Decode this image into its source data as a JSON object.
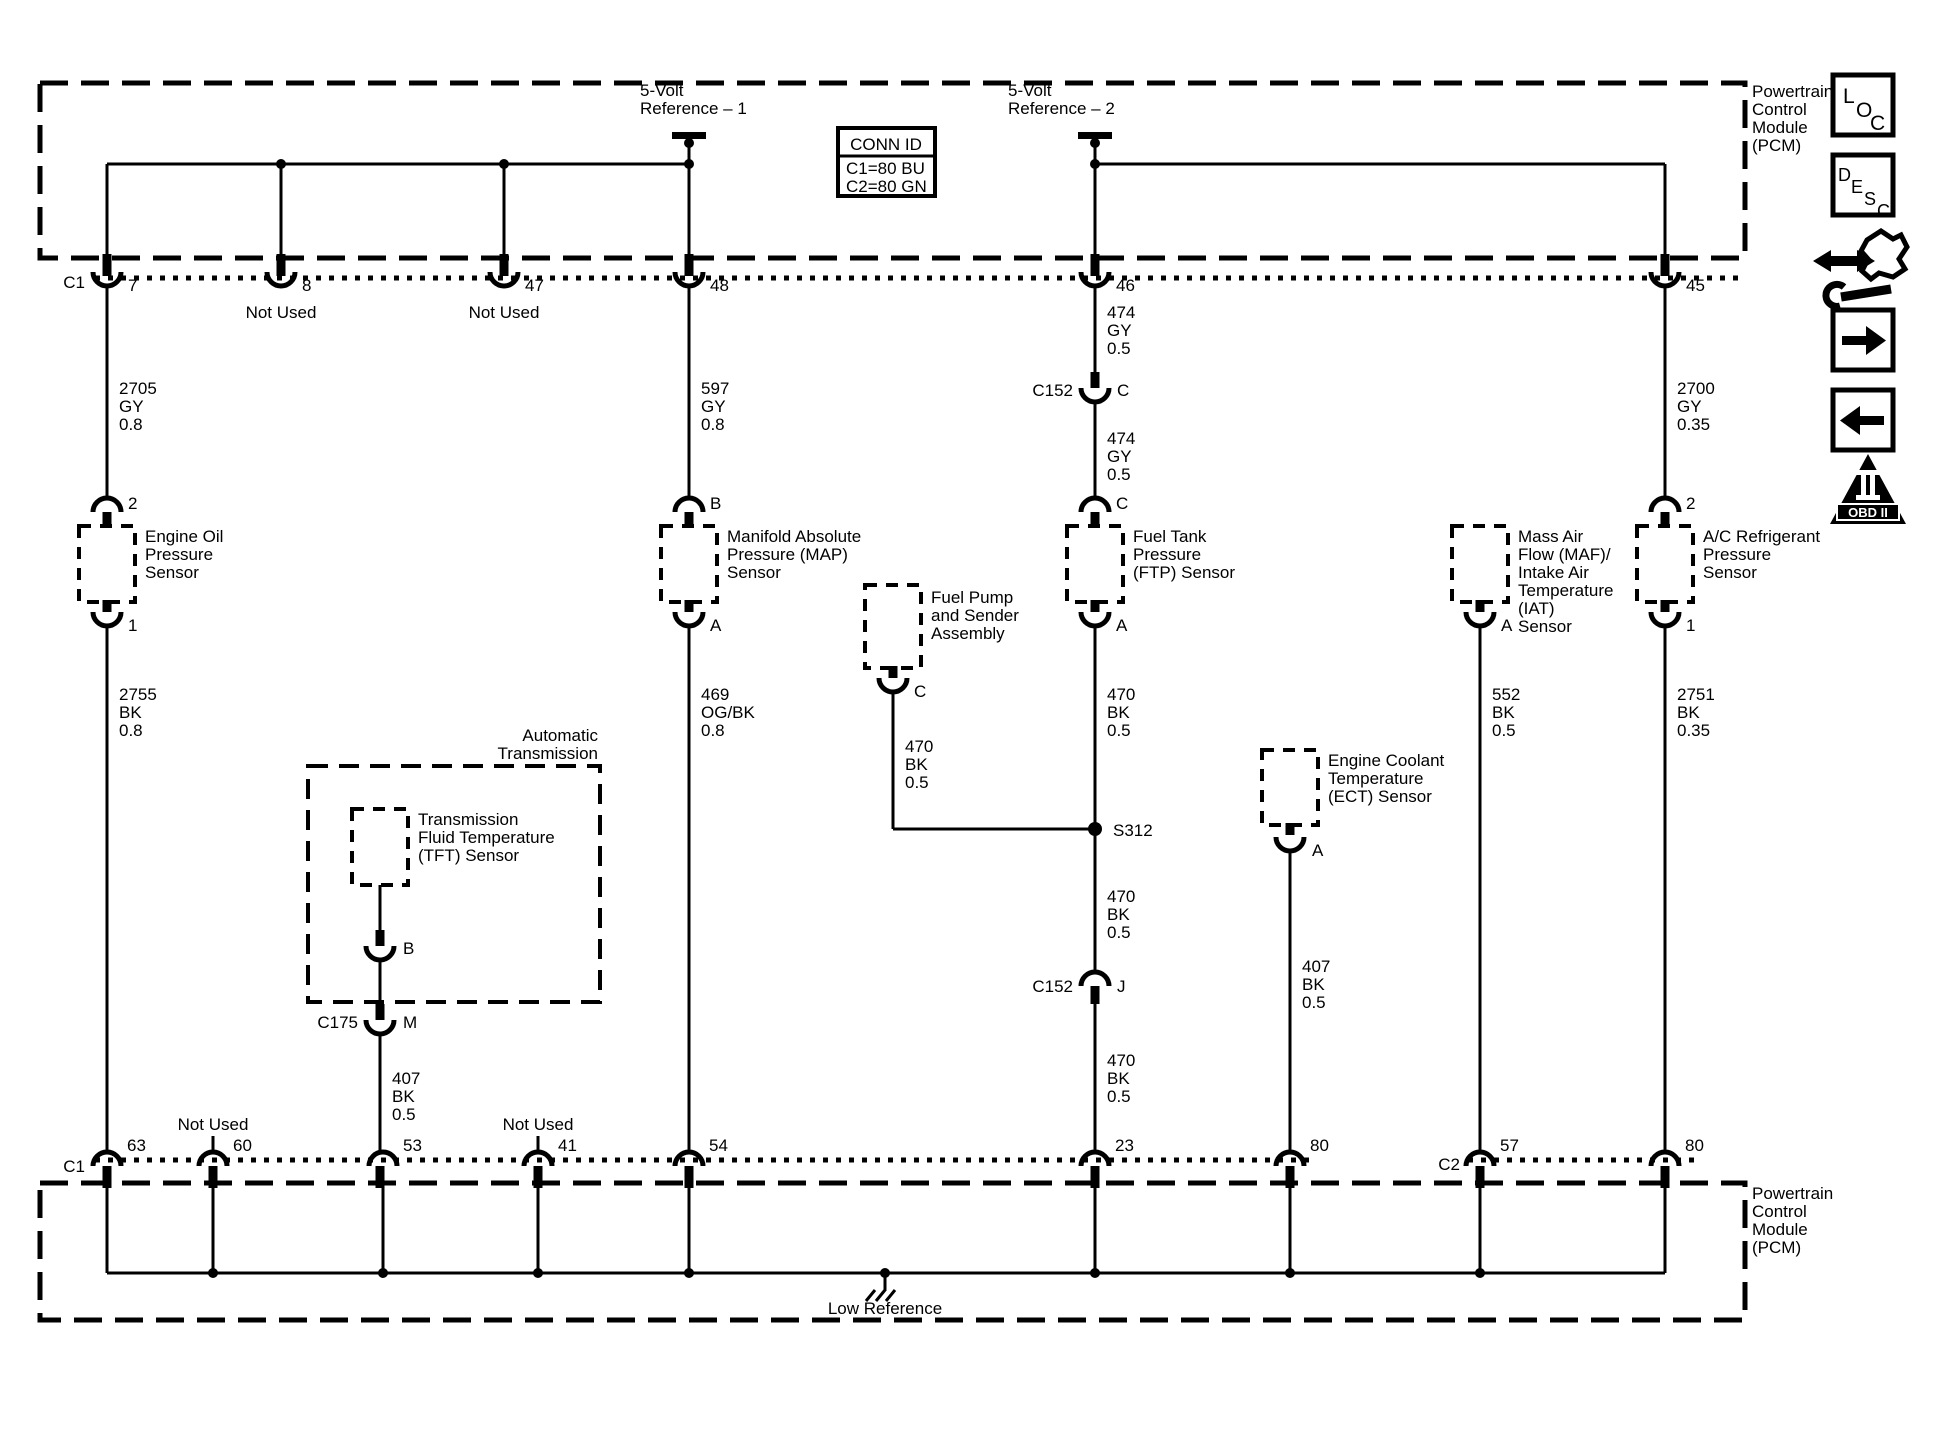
{
  "pcm_top": [
    "Powertrain",
    "Control",
    "Module",
    "(PCM)"
  ],
  "pcm_bottom": [
    "Powertrain",
    "Control",
    "Module",
    "(PCM)"
  ],
  "ref1": [
    "5-Volt",
    "Reference – 1"
  ],
  "ref2": [
    "5-Volt",
    "Reference – 2"
  ],
  "conn_id": {
    "title": "CONN ID",
    "row1": "C1=80 BU",
    "row2": "C2=80 GN"
  },
  "top_row": {
    "connector": "C1",
    "p7": "7",
    "p8": "8",
    "p47": "47",
    "p48": "48",
    "p46": "46",
    "p45": "45",
    "not_used": "Not Used"
  },
  "bottom_row": {
    "connector1": "C1",
    "connector2": "C2",
    "p63": "63",
    "p60": "60",
    "p53": "53",
    "p41": "41",
    "p54": "54",
    "p23": "23",
    "p80a": "80",
    "p57": "57",
    "p80b": "80",
    "not_used": "Not Used"
  },
  "wires": {
    "w2705": [
      "2705",
      "GY",
      "0.8"
    ],
    "w597": [
      "597",
      "GY",
      "0.8"
    ],
    "w474a": [
      "474",
      "GY",
      "0.5"
    ],
    "w474b": [
      "474",
      "GY",
      "0.5"
    ],
    "w2700": [
      "2700",
      "GY",
      "0.35"
    ],
    "w2755": [
      "2755",
      "BK",
      "0.8"
    ],
    "w469": [
      "469",
      "OG/BK",
      "0.8"
    ],
    "w470a": [
      "470",
      "BK",
      "0.5"
    ],
    "w470b": [
      "470",
      "BK",
      "0.5"
    ],
    "w470c": [
      "470",
      "BK",
      "0.5"
    ],
    "w470d": [
      "470",
      "BK",
      "0.5"
    ],
    "w552": [
      "552",
      "BK",
      "0.5"
    ],
    "w2751": [
      "2751",
      "BK",
      "0.35"
    ],
    "w407a": [
      "407",
      "BK",
      "0.5"
    ],
    "w407b": [
      "407",
      "BK",
      "0.5"
    ]
  },
  "sensors": {
    "engine_oil": {
      "label": [
        "Engine Oil",
        "Pressure",
        "Sensor"
      ],
      "pin_top": "2",
      "pin_bottom": "1"
    },
    "map": {
      "label": [
        "Manifold Absolute",
        "Pressure (MAP)",
        "Sensor"
      ],
      "pin_top": "B",
      "pin_bottom": "A"
    },
    "ftp": {
      "label": [
        "Fuel Tank",
        "Pressure",
        "(FTP) Sensor"
      ],
      "pin_top": "C",
      "pin_bottom": "A"
    },
    "maf": {
      "label": [
        "Mass Air",
        "Flow (MAF)/",
        "Intake Air",
        "Temperature",
        "(IAT)",
        "Sensor"
      ],
      "pin_bottom": "A"
    },
    "ac": {
      "label": [
        "A/C Refrigerant",
        "Pressure",
        "Sensor"
      ],
      "pin_top": "2",
      "pin_bottom": "1"
    },
    "fuel_pump": {
      "label": [
        "Fuel Pump",
        "and Sender",
        "Assembly"
      ],
      "pin_bottom": "C"
    },
    "tft": {
      "label": [
        "Transmission",
        "Fluid Temperature",
        "(TFT) Sensor"
      ],
      "pin_bottom": "B"
    },
    "ect": {
      "label": [
        "Engine Coolant",
        "Temperature",
        "(ECT) Sensor"
      ],
      "pin_bottom": "A"
    }
  },
  "transmission_label": [
    "Automatic",
    "Transmission"
  ],
  "connectors": {
    "c152": "C152",
    "c152_top_pin": "C",
    "c152_bottom_pin": "J",
    "c175": "C175",
    "c175_pin": "M"
  },
  "splice": "S312",
  "ground_label": "Low Reference",
  "icons": {
    "loc": [
      "L",
      "O",
      "C"
    ],
    "desc": [
      "D",
      "E",
      "S",
      "C"
    ],
    "obd_numeral": "II",
    "obd_label": "OBD II"
  }
}
